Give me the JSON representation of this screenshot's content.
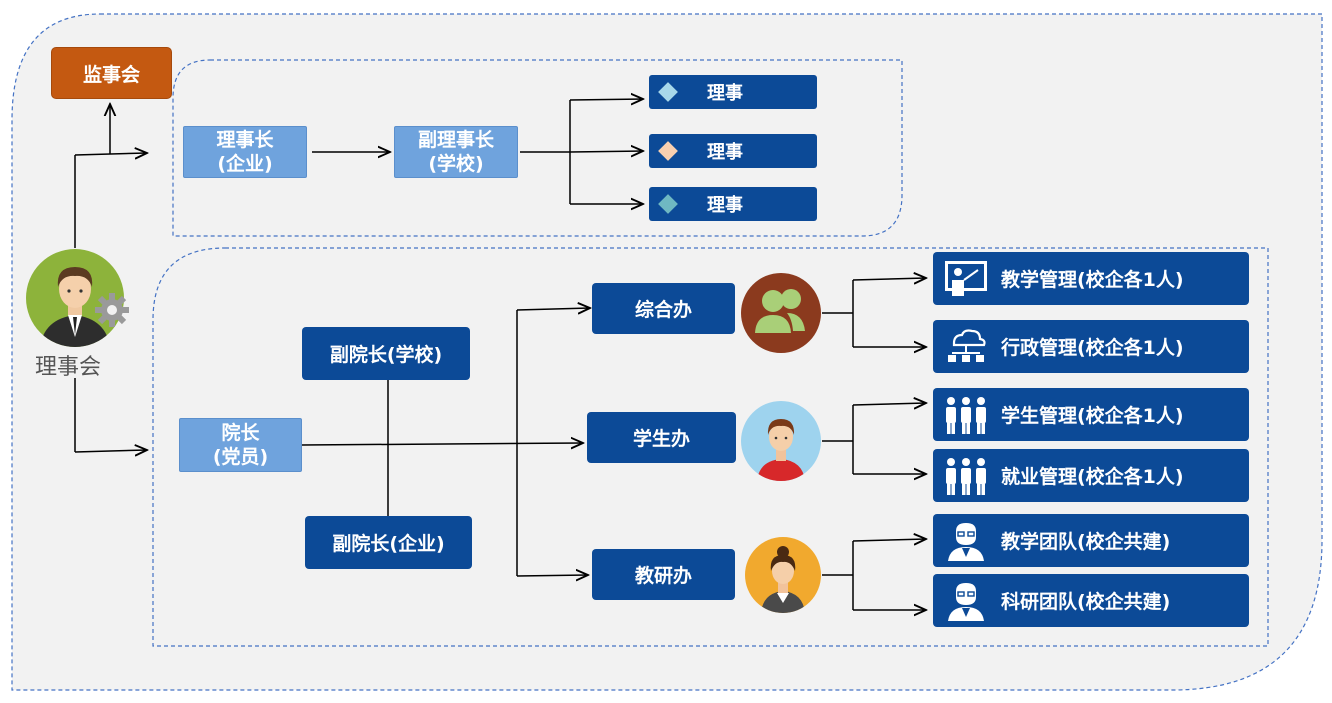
{
  "supervisors": "监事会",
  "board": "理事会",
  "chairman": [
    "理事长",
    "(企业)"
  ],
  "vice_chairman": [
    "副理事长",
    "(学校)"
  ],
  "directors": [
    "理事",
    "理事",
    "理事"
  ],
  "director_colors": [
    "#a8d8ea",
    "#f9d0b0",
    "#6fb8c2"
  ],
  "president": [
    "院长",
    "(党员)"
  ],
  "vp_school": "副院长(学校)",
  "vp_enterprise": "副院长(企业)",
  "offices": [
    "综合办",
    "学生办",
    "教研办"
  ],
  "office_icons": [
    "group-avatar-icon",
    "student-avatar-icon",
    "teacher-avatar-icon"
  ],
  "leaves": [
    {
      "label": "教学管理(校企各1人)",
      "icon": "teacher-board-icon"
    },
    {
      "label": "行政管理(校企各1人)",
      "icon": "network-icon"
    },
    {
      "label": "学生管理(校企各1人)",
      "icon": "people-icon"
    },
    {
      "label": "就业管理(校企各1人)",
      "icon": "people-icon"
    },
    {
      "label": "教学团队(校企共建)",
      "icon": "person-icon"
    },
    {
      "label": "科研团队(校企共建)",
      "icon": "person-icon"
    }
  ],
  "colors": {
    "dark_blue": "#0c4a97",
    "light_blue": "#6fa3dd",
    "orange": "#c45911",
    "panel": "#f2f2f2",
    "dash": "#4472c4"
  }
}
